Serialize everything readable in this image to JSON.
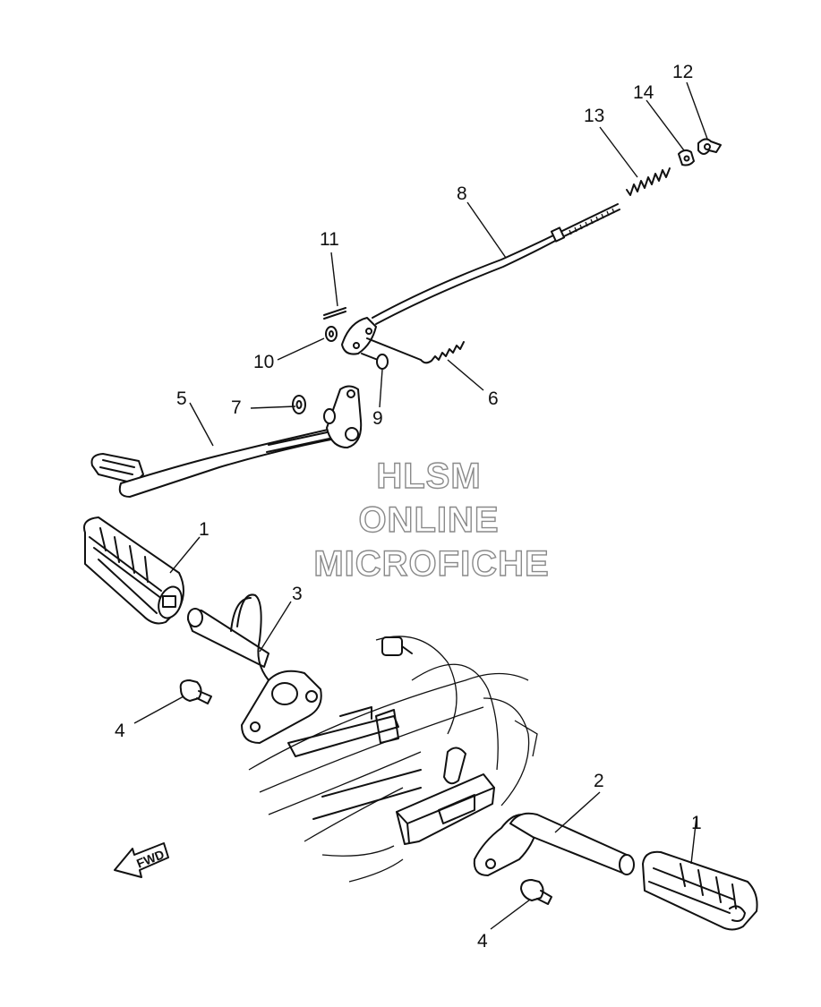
{
  "watermark": {
    "line1": "HLSM",
    "line2": "ONLINE",
    "line3": "MICROFICHE"
  },
  "direction_arrow": {
    "label": "FWD"
  },
  "callouts": {
    "c1a": "1",
    "c1b": "1",
    "c2": "2",
    "c3": "3",
    "c4a": "4",
    "c4b": "4",
    "c5": "5",
    "c6": "6",
    "c7": "7",
    "c8": "8",
    "c9": "9",
    "c10": "10",
    "c11": "11",
    "c12": "12",
    "c13": "13",
    "c14": "14"
  }
}
